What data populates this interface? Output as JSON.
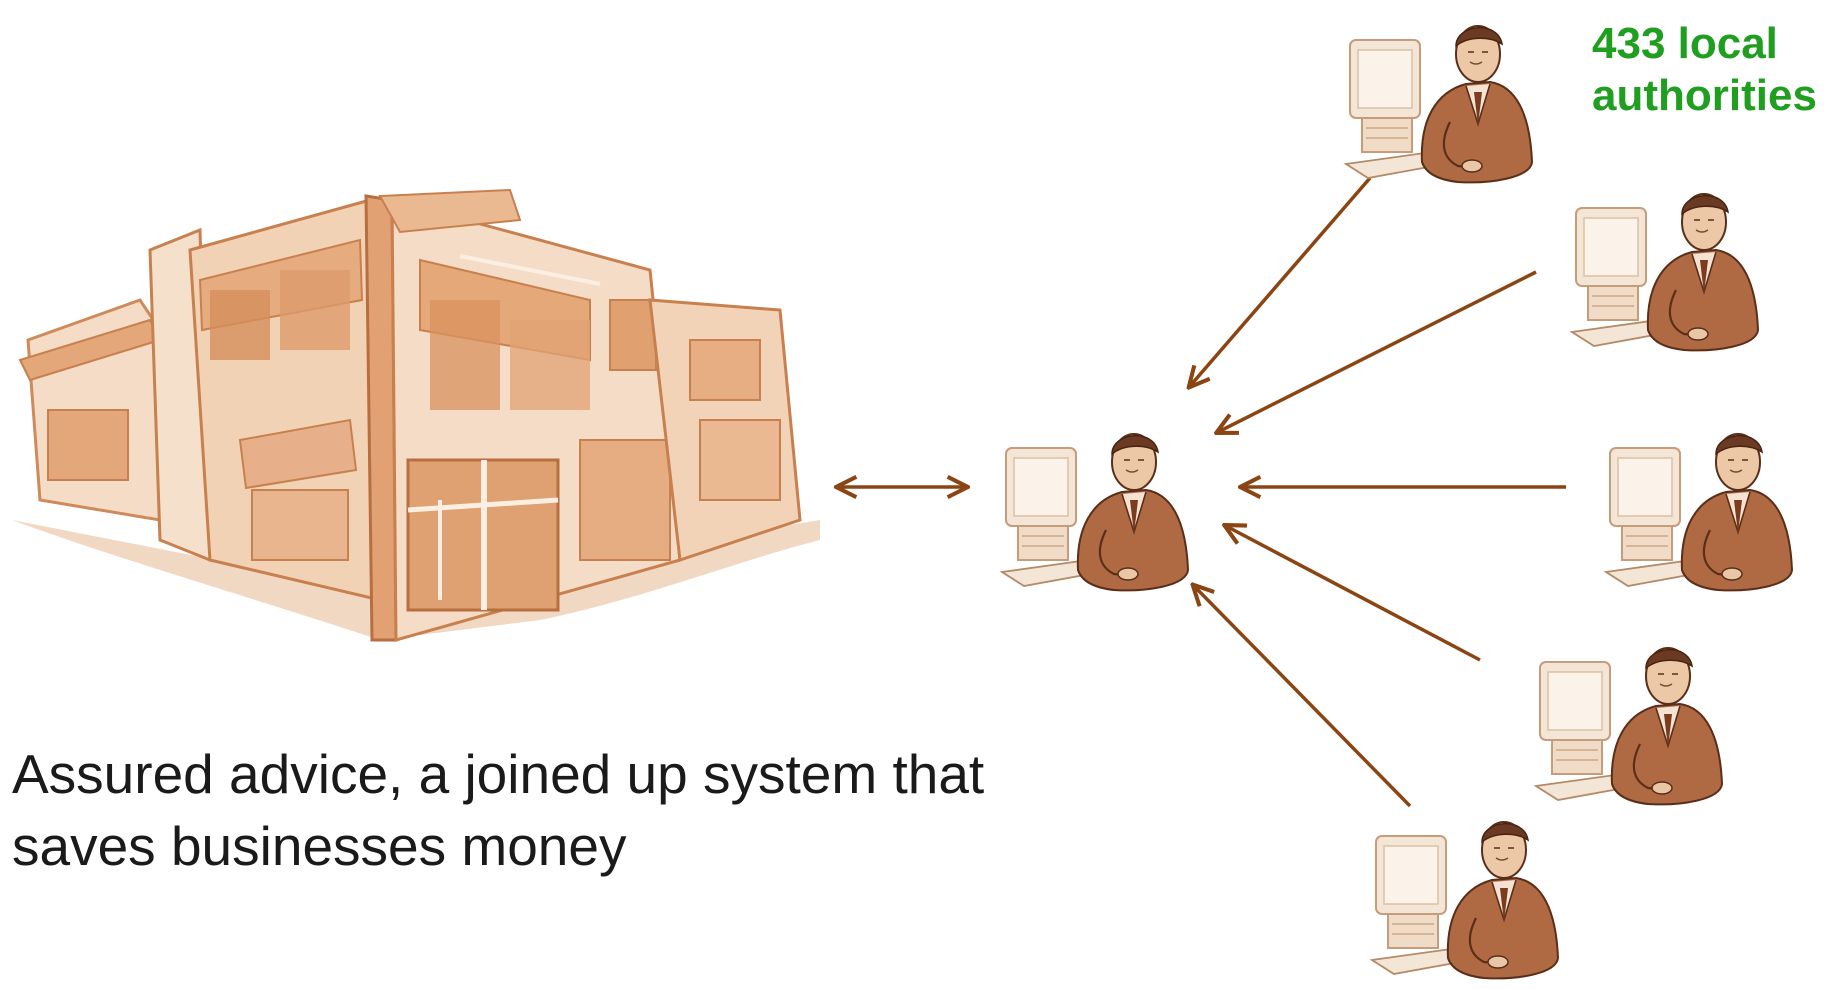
{
  "caption": {
    "line1": "Assured advice, a joined up system that",
    "line2": "saves businesses money"
  },
  "authorities_label": {
    "line1": "433 local",
    "line2": "authorities"
  },
  "colors": {
    "arrow": "#8b4513",
    "label_green": "#1f9e1f",
    "building_light": "#f2d7bf",
    "building_mid": "#e3a77a",
    "building_dark": "#c8804f",
    "person_suit": "#a0522d",
    "computer": "#f1e2d0"
  },
  "icons": {
    "building": "business-building-illustration",
    "central": "central-advisor-at-computer-icon",
    "authority": "local-authority-officer-at-computer-icon"
  }
}
